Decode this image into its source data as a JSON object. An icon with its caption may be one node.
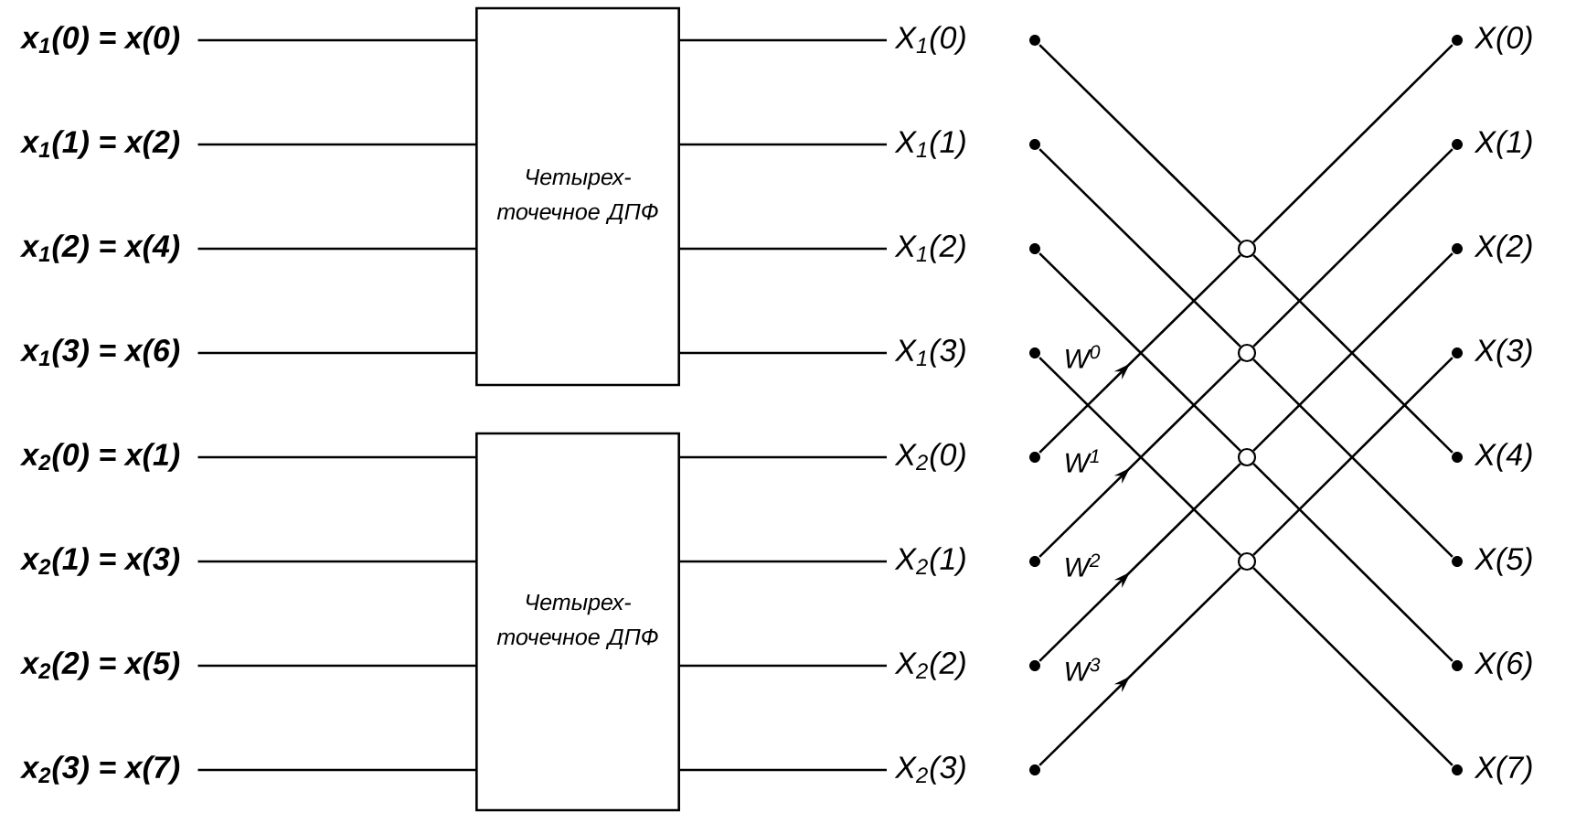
{
  "diagram": {
    "nodes": [
      {
        "text": [
          "x$_{1}$(0) = x(0)"
        ]
      },
      {
        "text": [
          "x$_{1}$(1) = x(2)"
        ]
      },
      {
        "text": [
          "x$_{1}$(2) = x(4)"
        ]
      },
      {
        "text": [
          "x$_{1}$(3) = x(6)"
        ]
      },
      {
        "text": [
          "x$_{2}$(0) = x(1)"
        ]
      },
      {
        "text": [
          "x$_{2}$(1) = x(3)"
        ]
      },
      {
        "text": [
          "x$_{2}$(2) = x(5)"
        ]
      },
      {
        "text": [
          "x$_{2}$(3) = x(7)"
        ]
      },
      {
        "text": [
          "Четырех- точечное ДПФ"
        ]
      },
      {
        "text": [
          "Четырех- точечное ДПФ"
        ]
      },
      {
        "text": [
          "X$_{1}$(0)"
        ]
      },
      {
        "text": [
          "X$_{1}$(1)"
        ]
      },
      {
        "text": [
          "X$_{1}$(2)"
        ]
      },
      {
        "text": [
          "X$_{1}$(3)"
        ]
      },
      {
        "text": [
          "X$_{2}$(0)"
        ]
      },
      {
        "text": [
          "X$_{2}$(1)"
        ]
      },
      {
        "text": [
          "X$_{2}$(2)"
        ]
      },
      {
        "text": [
          "X$_{2}$(3)"
        ]
      },
      {
        "text": [],
        "shape": "circle"
      },
      {
        "text": [],
        "shape": "circle"
      },
      {
        "text": [],
        "shape": "circle"
      },
      {
        "text": [],
        "shape": "circle"
      },
      {
        "text": [],
        "shape": "circle"
      },
      {
        "text": [],
        "shape": "circle"
      },
      {
        "text": [],
        "shape": "circle"
      },
      {
        "text": [],
        "shape": "circle"
      },
      {
        "text": [],
        "shape": "circle"
      },
      {
        "text": [],
        "shape": "circle"
      },
      {
        "text": [],
        "shape": "circle"
      },
      {
        "text": [],
        "shape": "circle"
      },
      {
        "text": [],
        "shape": "circle",
        "beside": [
          "X(0)"
        ]
      },
      {
        "text": [],
        "shape": "circle",
        "beside": [
          "X(1)"
        ]
      },
      {
        "text": [],
        "shape": "circle",
        "beside": [
          "X(2)"
        ]
      },
      {
        "text": [],
        "shape": "circle",
        "beside": [
          "X(3)"
        ]
      },
      {
        "text": [],
        "shape": "circle",
        "beside": [
          "X(4)"
        ]
      },
      {
        "text": [],
        "shape": "circle",
        "beside": [
          "X(5)"
        ]
      },
      {
        "text": [],
        "shape": "circle",
        "beside": [
          "X(6)"
        ]
      },
      {
        "text": [],
        "shape": "circle",
        "beside": [
          "X(7)"
        ]
      }
    ],
    "edges": [
      {
        "from": 0,
        "to": 8,
        "arrow": "none"
      },
      {
        "from": 1,
        "to": 8,
        "arrow": "none"
      },
      {
        "from": 2,
        "to": 8,
        "arrow": "none"
      },
      {
        "from": 3,
        "to": 8,
        "arrow": "none"
      },
      {
        "from": 4,
        "to": 9,
        "arrow": "none"
      },
      {
        "from": 5,
        "to": 9,
        "arrow": "none"
      },
      {
        "from": 6,
        "to": 9,
        "arrow": "none"
      },
      {
        "from": 7,
        "to": 9,
        "arrow": "none"
      },
      {
        "from": 8,
        "to": 10,
        "arrow": "none"
      },
      {
        "from": 8,
        "to": 11,
        "arrow": "none"
      },
      {
        "from": 8,
        "to": 12,
        "arrow": "none"
      },
      {
        "from": 8,
        "to": 13,
        "arrow": "none"
      },
      {
        "from": 9,
        "to": 14,
        "arrow": "none"
      },
      {
        "from": 9,
        "to": 15,
        "arrow": "none"
      },
      {
        "from": 9,
        "to": 16,
        "arrow": "none"
      },
      {
        "from": 9,
        "to": 17,
        "arrow": "none"
      },
      {
        "from": 18,
        "to": 26,
        "arrow": "none"
      },
      {
        "from": 19,
        "to": 27,
        "arrow": "none"
      },
      {
        "from": 20,
        "to": 28,
        "arrow": "none"
      },
      {
        "from": 21,
        "to": 29,
        "arrow": "none"
      },
      {
        "from": 22,
        "to": 26,
        "arrow": "to",
        "label": "W$^{0}$"
      },
      {
        "from": 23,
        "to": 27,
        "arrow": "to",
        "label": "W$^{1}$"
      },
      {
        "from": 24,
        "to": 28,
        "arrow": "to",
        "label": "W$^{2}$"
      },
      {
        "from": 25,
        "to": 29,
        "arrow": "to",
        "label": "W$^{3}$"
      },
      {
        "from": 26,
        "to": 30,
        "arrow": "none"
      },
      {
        "from": 27,
        "to": 31,
        "arrow": "none"
      },
      {
        "from": 28,
        "to": 32,
        "arrow": "none"
      },
      {
        "from": 29,
        "to": 33,
        "arrow": "none"
      },
      {
        "from": 26,
        "to": 34,
        "arrow": "none"
      },
      {
        "from": 27,
        "to": 35,
        "arrow": "none"
      },
      {
        "from": 28,
        "to": 36,
        "arrow": "none"
      },
      {
        "from": 29,
        "to": 37,
        "arrow": "none"
      }
    ]
  }
}
